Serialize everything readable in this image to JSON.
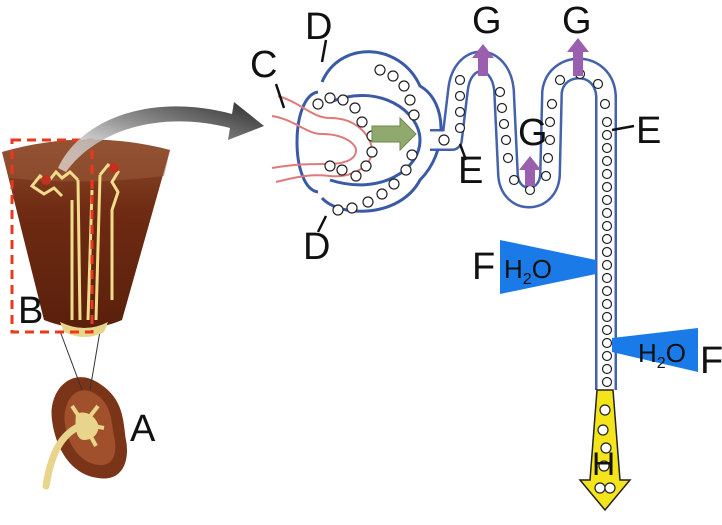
{
  "labels": {
    "A": "A",
    "B": "B",
    "C": "C",
    "D_top": "D",
    "D_bottom": "D",
    "E_left": "E",
    "E_right": "E",
    "F_left": "F",
    "F_right": "F",
    "G_left": "G",
    "G_middle": "G",
    "G_right": "G",
    "H": "H"
  },
  "water": {
    "left": {
      "main": "H",
      "sub": "2",
      "tail": "O"
    },
    "right": {
      "main": "H",
      "sub": "2",
      "tail": "O"
    }
  },
  "colors": {
    "tubule_outline": "#3a5aa8",
    "capillary": "#e07a7a",
    "filtration_arrow": "#8faa6c",
    "reabsorption_arrow": "#9b5fb0",
    "water_arrow": "#1a7ae8",
    "urine_arrow": "#f3e41c",
    "kidney_tissue": "#7a3418",
    "selection_box": "#e8391e"
  }
}
